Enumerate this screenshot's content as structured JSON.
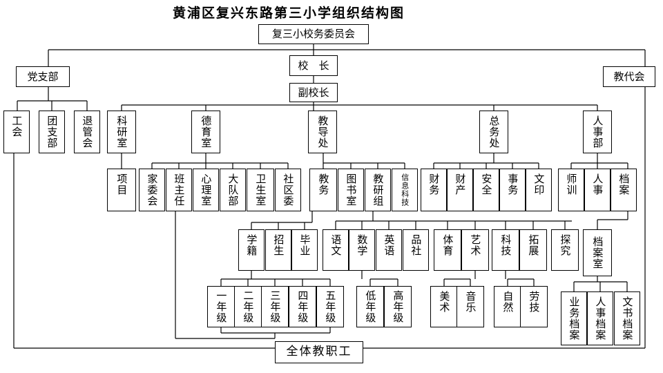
{
  "title": "黄浦区复兴东路第三小学组织结构图",
  "nodes": {
    "committee": "复三小校务委员会",
    "principal": "校　长",
    "vice": "副校长",
    "party": "党支部",
    "congress": "教代会",
    "union": "工会",
    "league": "团支部",
    "retired": "退管会",
    "research_office": "科研室",
    "moral_office": "德育室",
    "teaching_office": "教导处",
    "general_office": "总务处",
    "hr_office": "人事部",
    "projects": "项目",
    "parents": "家委会",
    "class_teacher": "班主任",
    "psychology": "心理室",
    "brigade": "大队部",
    "health": "卫生室",
    "community": "社区委",
    "academic": "教务",
    "library": "图书室",
    "research_group": "教研组",
    "it": "信息科技",
    "finance": "财务",
    "assets": "财产",
    "safety": "安全",
    "affairs": "事务",
    "printing": "文印",
    "training": "师训",
    "personnel": "人事",
    "archives": "档案",
    "status": "学籍",
    "enrollment": "招生",
    "graduation": "毕业",
    "chinese": "语文",
    "math": "数学",
    "english": "英语",
    "moral_society": "品社",
    "pe": "体育",
    "arts": "艺术",
    "science": "科技",
    "extension": "拓展",
    "inquiry": "探究",
    "archive_room": "档案室",
    "grade1": "一年级",
    "grade2": "二年级",
    "grade3": "三年级",
    "grade4": "四年级",
    "grade5": "五年级",
    "low_grade": "低年级",
    "high_grade": "高年级",
    "fine_art": "美术",
    "music": "音乐",
    "nature": "自然",
    "labor": "劳技",
    "business_archive": "业务档案",
    "personnel_archive": "人事档案",
    "document_archive": "文书档案",
    "all_staff": "全体教职工"
  }
}
